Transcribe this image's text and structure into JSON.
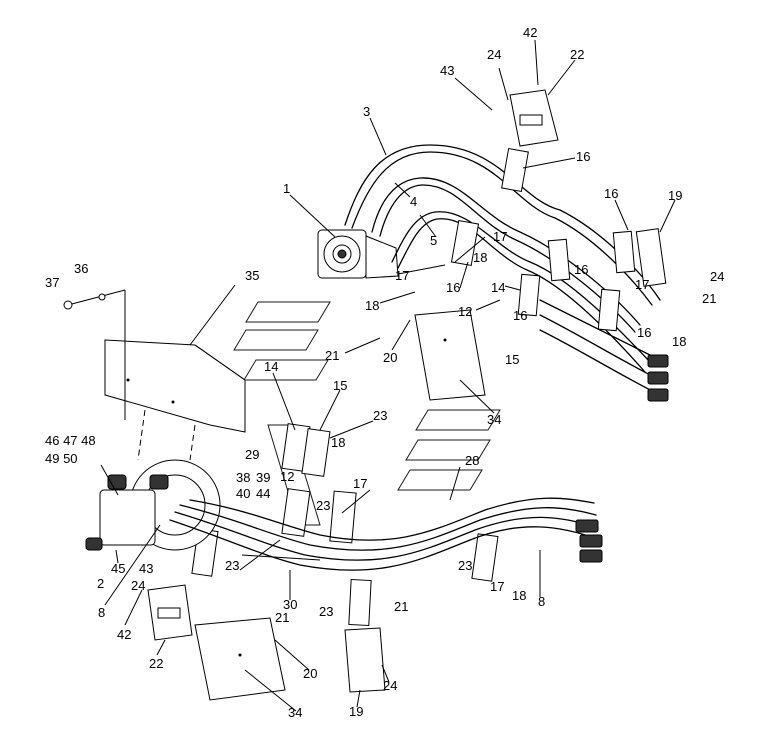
{
  "diagram": {
    "callouts": [
      {
        "id": "c1",
        "text": "1"
      },
      {
        "id": "c2",
        "text": "2"
      },
      {
        "id": "c3",
        "text": "3"
      },
      {
        "id": "c4",
        "text": "4"
      },
      {
        "id": "c5",
        "text": "5"
      },
      {
        "id": "c8a",
        "text": "8"
      },
      {
        "id": "c8b",
        "text": "8"
      },
      {
        "id": "c12a",
        "text": "12"
      },
      {
        "id": "c12b",
        "text": "12"
      },
      {
        "id": "c14a",
        "text": "14"
      },
      {
        "id": "c14b",
        "text": "14"
      },
      {
        "id": "c15a",
        "text": "15"
      },
      {
        "id": "c15b",
        "text": "15"
      },
      {
        "id": "c16a",
        "text": "16"
      },
      {
        "id": "c16b",
        "text": "16"
      },
      {
        "id": "c16c",
        "text": "16"
      },
      {
        "id": "c16d",
        "text": "16"
      },
      {
        "id": "c16e",
        "text": "16"
      },
      {
        "id": "c16f",
        "text": "16"
      },
      {
        "id": "c17a",
        "text": "17"
      },
      {
        "id": "c17b",
        "text": "17"
      },
      {
        "id": "c17c",
        "text": "17"
      },
      {
        "id": "c17d",
        "text": "17"
      },
      {
        "id": "c17e",
        "text": "17"
      },
      {
        "id": "c18a",
        "text": "18"
      },
      {
        "id": "c18b",
        "text": "18"
      },
      {
        "id": "c18c",
        "text": "18"
      },
      {
        "id": "c18d",
        "text": "18"
      },
      {
        "id": "c18e",
        "text": "18"
      },
      {
        "id": "c19a",
        "text": "19"
      },
      {
        "id": "c19b",
        "text": "19"
      },
      {
        "id": "c20a",
        "text": "20"
      },
      {
        "id": "c20b",
        "text": "20"
      },
      {
        "id": "c21a",
        "text": "21"
      },
      {
        "id": "c21b",
        "text": "21"
      },
      {
        "id": "c21c",
        "text": "21"
      },
      {
        "id": "c21d",
        "text": "21"
      },
      {
        "id": "c22a",
        "text": "22"
      },
      {
        "id": "c22b",
        "text": "22"
      },
      {
        "id": "c23a",
        "text": "23"
      },
      {
        "id": "c23b",
        "text": "23"
      },
      {
        "id": "c23c",
        "text": "23"
      },
      {
        "id": "c23d",
        "text": "23"
      },
      {
        "id": "c23e",
        "text": "23"
      },
      {
        "id": "c24a",
        "text": "24"
      },
      {
        "id": "c24b",
        "text": "24"
      },
      {
        "id": "c24c",
        "text": "24"
      },
      {
        "id": "c24d",
        "text": "24"
      },
      {
        "id": "c28",
        "text": "28"
      },
      {
        "id": "c29",
        "text": "29"
      },
      {
        "id": "c30",
        "text": "30"
      },
      {
        "id": "c34a",
        "text": "34"
      },
      {
        "id": "c34b",
        "text": "34"
      },
      {
        "id": "c35",
        "text": "35"
      },
      {
        "id": "c36",
        "text": "36"
      },
      {
        "id": "c37",
        "text": "37"
      },
      {
        "id": "c38",
        "text": "38"
      },
      {
        "id": "c39",
        "text": "39"
      },
      {
        "id": "c40",
        "text": "40"
      },
      {
        "id": "c42a",
        "text": "42"
      },
      {
        "id": "c42b",
        "text": "42"
      },
      {
        "id": "c43a",
        "text": "43"
      },
      {
        "id": "c43b",
        "text": "43"
      },
      {
        "id": "c44",
        "text": "44"
      },
      {
        "id": "c45",
        "text": "45"
      },
      {
        "id": "c46",
        "text": "46 47 48"
      },
      {
        "id": "c49",
        "text": "49 50"
      }
    ]
  }
}
